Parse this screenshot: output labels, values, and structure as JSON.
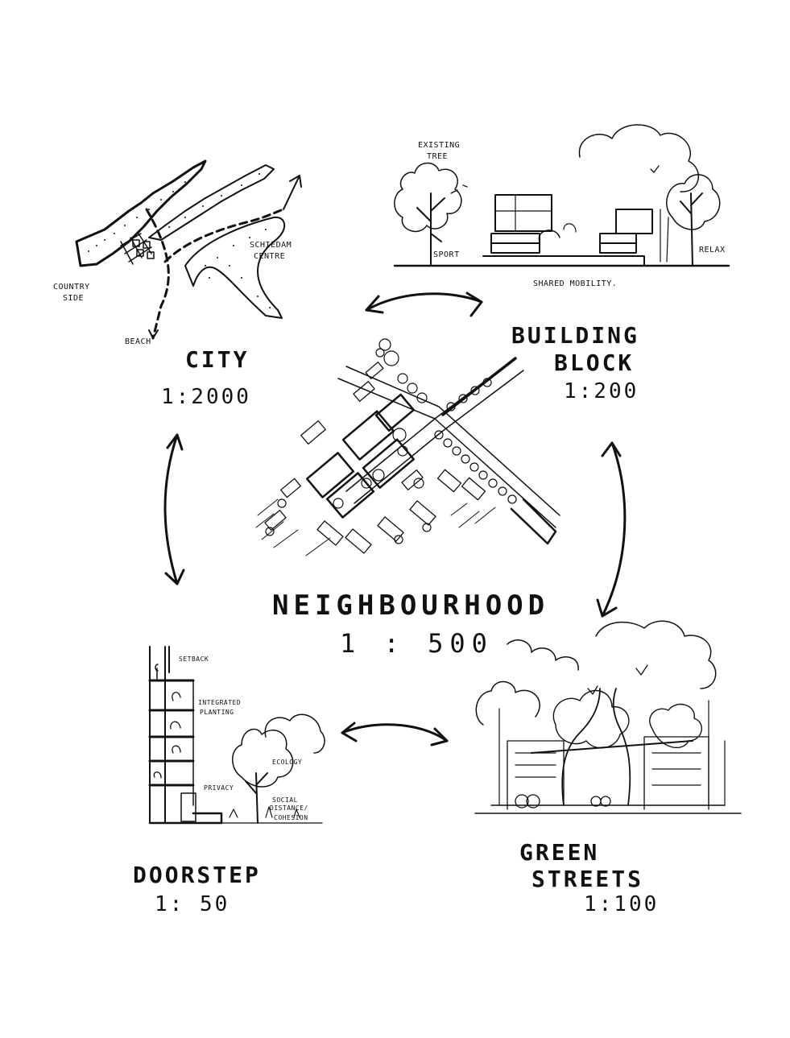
{
  "center": {
    "title": "NEIGHBOURHOOD",
    "scale": "1 : 500"
  },
  "city": {
    "title": "CITY",
    "scale": "1:2000",
    "annotations": {
      "countryside_1": "COUNTRY",
      "countryside_2": "SIDE",
      "schiedam_1": "SCHIEDAM",
      "schiedam_2": "CENTRE",
      "beach": "BEACH"
    }
  },
  "building_block": {
    "title_1": "BUILDING",
    "title_2": "BLOCK",
    "scale": "1:200",
    "annotations": {
      "tree_1": "EXISTING",
      "tree_2": "TREE",
      "sport": "SPORT",
      "relax": "RELAX",
      "mobility": "SHARED MOBILITY."
    }
  },
  "doorstep": {
    "title": "DOORSTEP",
    "scale": "1: 50",
    "annotations": {
      "setback": "SETBACK",
      "planting_1": "INTEGRATED",
      "planting_2": "PLANTING",
      "ecology": "ECOLOGY",
      "privacy": "PRIVACY",
      "social_1": "SOCIAL",
      "social_2": "DISTANCE/",
      "social_3": "COHESION"
    }
  },
  "green_streets": {
    "title_1": "GREEN",
    "title_2": "STREETS",
    "scale": "1:100"
  }
}
